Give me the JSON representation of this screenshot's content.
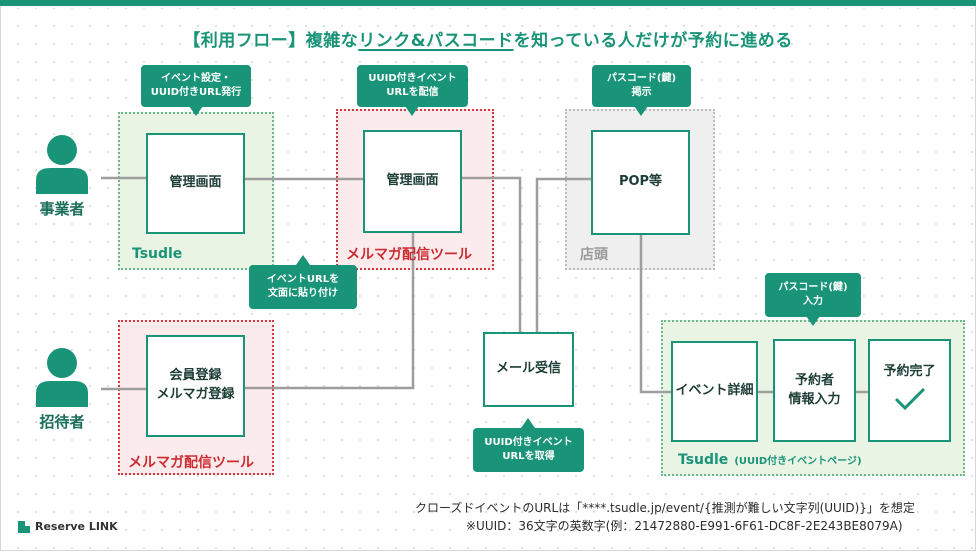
{
  "title": {
    "pre": "【利用フロー】複雑な",
    "ul": "リンク&パスコード",
    "post": "を知っている人だけが予約に進める"
  },
  "actors": {
    "operator": "事業者",
    "invitee": "招待者"
  },
  "regions": {
    "tsudle_top": "Tsudle",
    "mailmag_top": "メルマガ配信ツール",
    "shop": "店頭",
    "mailmag_bottom": "メルマガ配信ツール",
    "tsudle_bottom": "Tsudle",
    "tsudle_bottom_sub": "(UUID付きイベントページ)"
  },
  "nodes": {
    "admin1": "管理画面",
    "admin2": "管理画面",
    "pop": "POP等",
    "register": "会員登録\nメルマガ登録",
    "mail": "メール受信",
    "event_detail": "イベント詳細",
    "booker_input": "予約者\n情報入力",
    "done": "予約完了"
  },
  "callouts": {
    "setup": "イベント設定・\nUUID付きURL発行",
    "deliver": "UUID付きイベント\nURLを配信",
    "passcode_post": "パスコード(鍵)\n掲示",
    "paste": "イベントURLを\n文面に貼り付け",
    "get_url": "UUID付きイベント\nURLを取得",
    "passcode_input": "パスコード(鍵)\n入力"
  },
  "notes": {
    "line1": "クローズドイベントのURLは「****.tsudle.jp/event/{推測が難しい文字列(UUID)}」を想定",
    "line2": "※UUID：36文字の英数字(例：21472880-E991-6F61-DC8F-2E243BE8079A)"
  },
  "logo": "Reserve LINK",
  "colors": {
    "accent": "#1a9478",
    "red": "#d0393f",
    "gray": "#9a9a9a"
  }
}
